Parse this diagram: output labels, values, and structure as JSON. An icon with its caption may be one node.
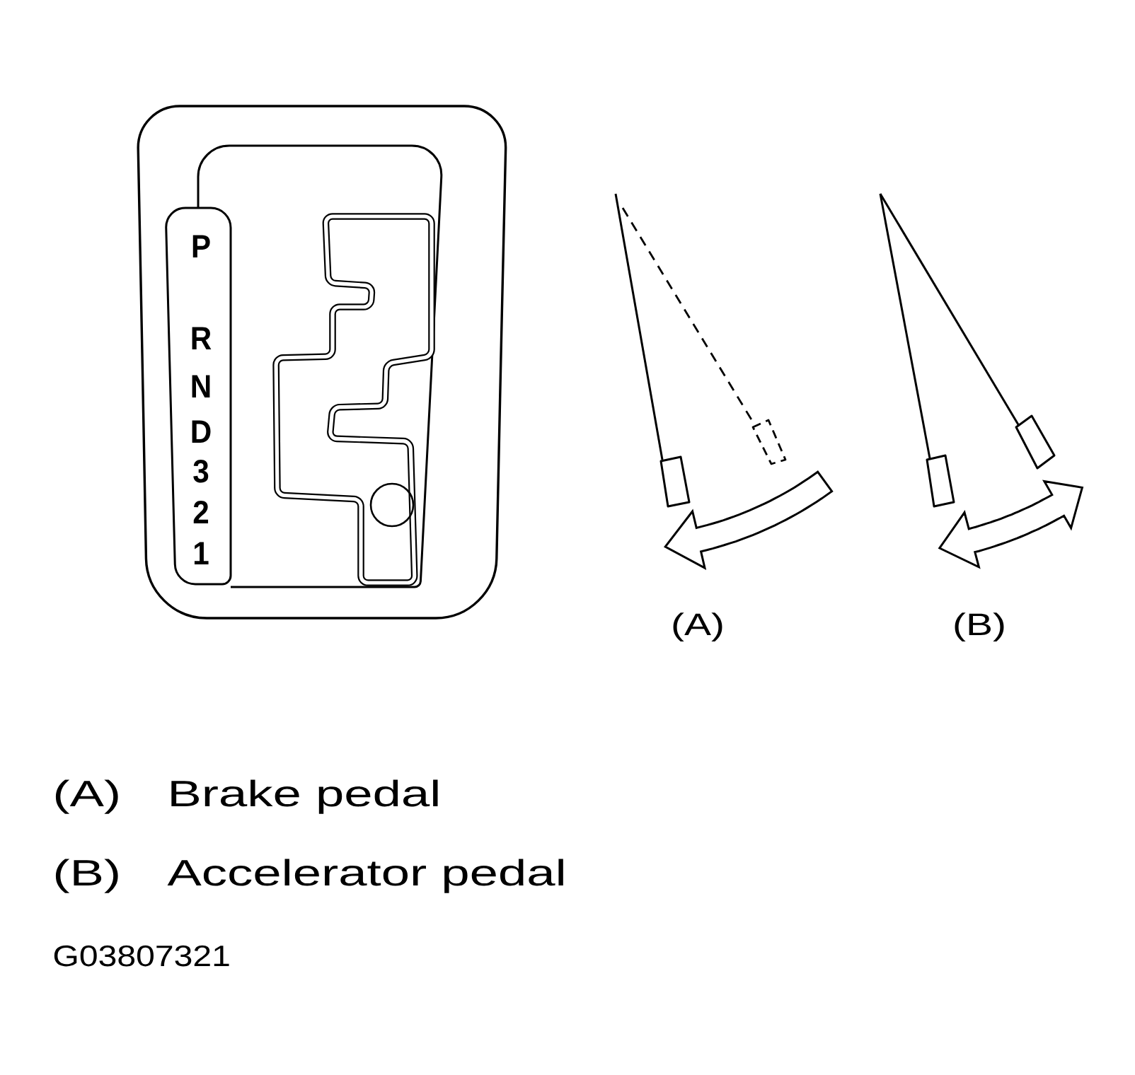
{
  "diagram": {
    "labels": [
      "P",
      "R",
      "N",
      "D",
      "3",
      "2",
      "1",
      "(A)",
      "(B)",
      "(A)",
      "Brake pedal",
      "(B)",
      "Accelerator pedal",
      "G03807321"
    ]
  }
}
